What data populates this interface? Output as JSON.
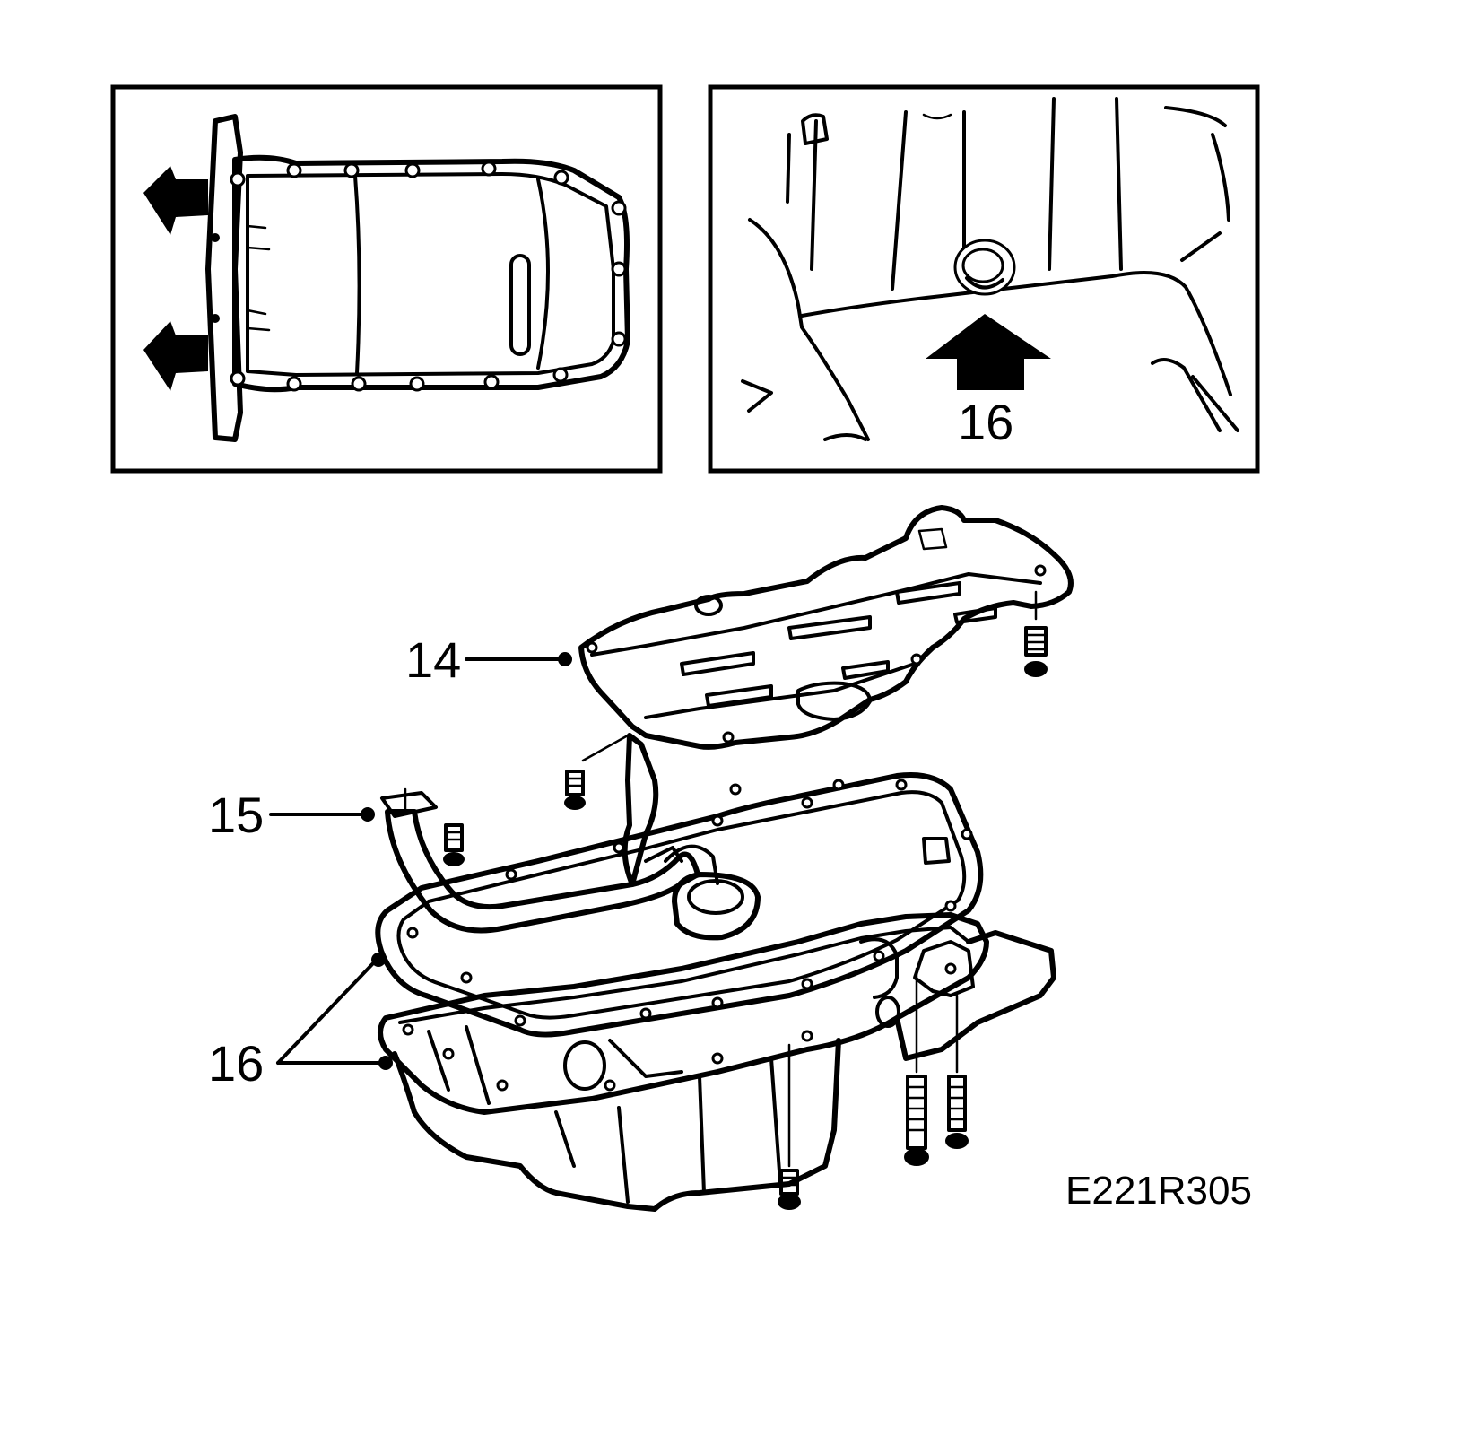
{
  "diagram": {
    "callouts": {
      "inset_right": "16",
      "gasket_upper": "14",
      "pickup_pipe": "15",
      "oil_pan": "16"
    },
    "figure_code": "E221R305"
  }
}
